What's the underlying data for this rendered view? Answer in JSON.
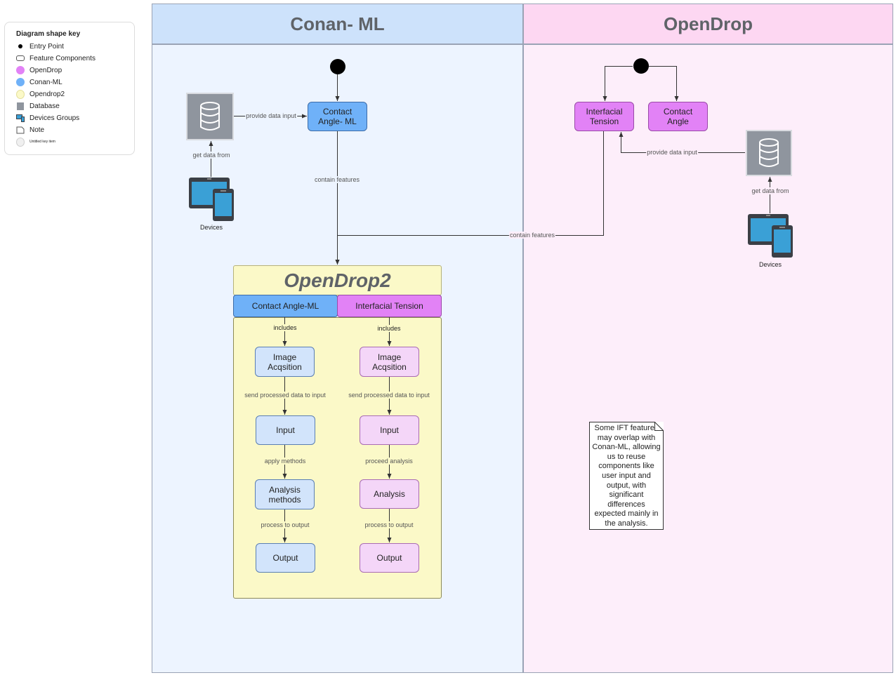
{
  "legend": {
    "title": "Diagram shape key",
    "items": [
      {
        "label": "Entry Point",
        "icon": "entry-point-dot-icon"
      },
      {
        "label": "Feature Components",
        "icon": "rounded-rect-icon"
      },
      {
        "label": "OpenDrop",
        "icon": "purple-circle-icon",
        "color": "#e282f6"
      },
      {
        "label": "Conan-ML",
        "icon": "blue-circle-icon",
        "color": "#6fb1f8"
      },
      {
        "label": "Opendrop2",
        "icon": "yellow-circle-icon",
        "color": "#fbf9c8"
      },
      {
        "label": "Database",
        "icon": "database-icon"
      },
      {
        "label": "Devices Groups",
        "icon": "devices-icon"
      },
      {
        "label": "Note",
        "icon": "note-icon"
      },
      {
        "label": "Untitled key item",
        "icon": "gray-circle-icon"
      }
    ]
  },
  "lanes": {
    "conan": {
      "title": "Conan- ML",
      "color": "#cde2fb"
    },
    "opendrop": {
      "title": "OpenDrop",
      "color": "#fdd7f2"
    }
  },
  "conan": {
    "node": "Contact\nAngle- ML",
    "devices_label": "Devices",
    "edge_provide": "provide data input",
    "edge_get": "get data from",
    "edge_contain": "contain features"
  },
  "opendrop": {
    "node_ift": "Interfacial\nTension",
    "node_ca": "Contact\nAngle",
    "devices_label": "Devices",
    "edge_provide": "provide data input",
    "edge_get": "get data from",
    "edge_contain": "contain features"
  },
  "opendrop2": {
    "title": "OpenDrop2",
    "tab_left": "Contact Angle-ML",
    "tab_right": "Interfacial Tension",
    "left": {
      "includes": "includes",
      "image": "Image\nAcqsition",
      "send": "send processed data to input",
      "input": "Input",
      "apply": "apply methods",
      "analysis": "Analysis\nmethods",
      "process": "process to output",
      "output": "Output"
    },
    "right": {
      "includes": "includes",
      "image": "Image\nAcqsition",
      "send": "send processed data to input",
      "input": "Input",
      "proceed": "proceed analysis",
      "analysis": "Analysis",
      "process": "process to output",
      "output": "Output"
    }
  },
  "note": "Some IFT features may overlap with Conan-ML, allowing us to reuse components like user input and output, with significant differences expected mainly in the analysis."
}
